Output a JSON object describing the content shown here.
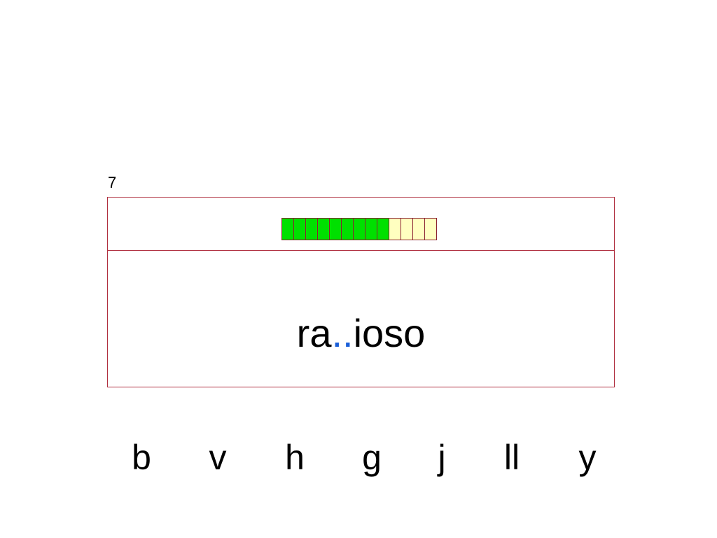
{
  "counter": "7",
  "progress": {
    "filled": 9,
    "total": 13,
    "filled_color": "#00e000",
    "empty_color": "#ffffc0"
  },
  "word": {
    "prefix": "ra",
    "gap": "..",
    "suffix": "ioso",
    "gap_color": "#1a5fd8"
  },
  "options": [
    "b",
    "v",
    "h",
    "g",
    "j",
    "ll",
    "y"
  ]
}
